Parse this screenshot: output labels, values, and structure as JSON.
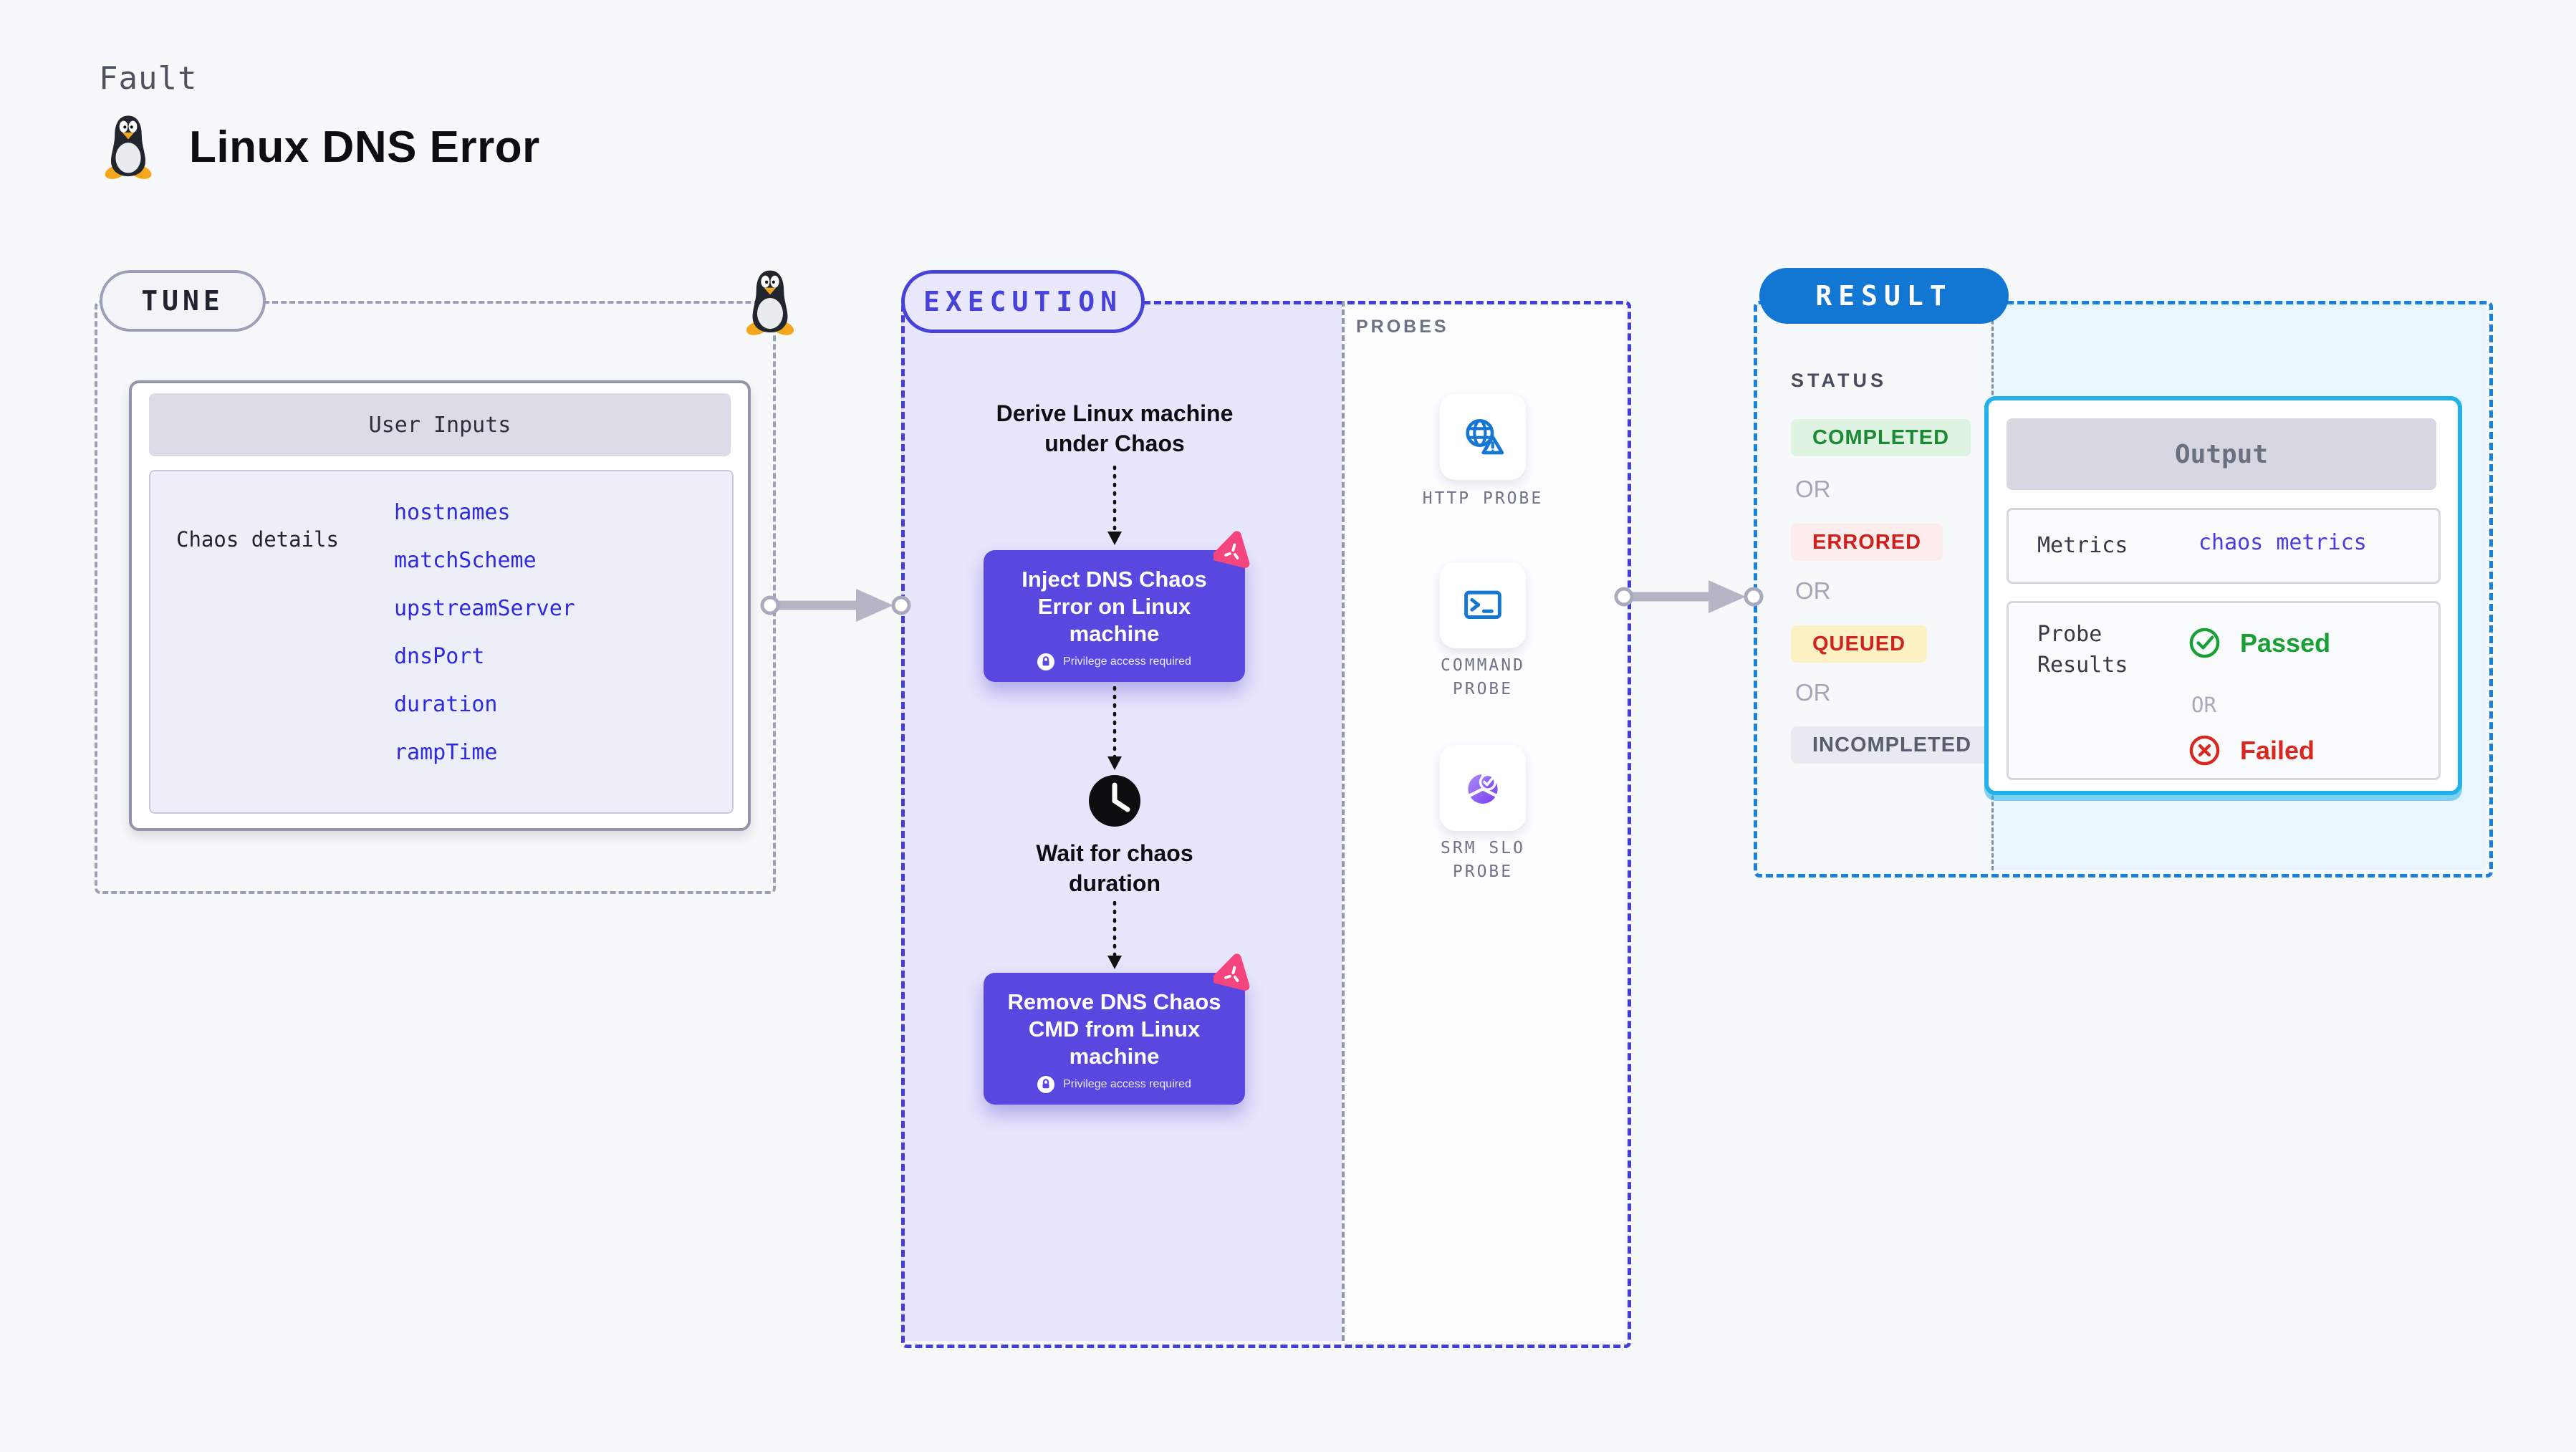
{
  "header": {
    "kicker": "Fault",
    "title": "Linux DNS Error",
    "title_icon": "tux-penguin-icon"
  },
  "tune": {
    "label": "TUNE",
    "user_inputs": {
      "header": "User Inputs",
      "row_label": "Chaos details",
      "params": [
        "hostnames",
        "matchScheme",
        "upstreamServer",
        "dnsPort",
        "duration",
        "rampTime"
      ],
      "param_color": "#2e2ae0"
    }
  },
  "execution": {
    "label": "EXECUTION",
    "accent_color": "#4742d9",
    "node_color": "#5848df",
    "steps": {
      "derive": "Derive Linux machine under Chaos",
      "inject": "Inject DNS Chaos Error on Linux machine",
      "wait": "Wait for chaos duration",
      "remove": "Remove DNS Chaos CMD from Linux machine",
      "privilege_note": "Privilege access required"
    },
    "probes": {
      "label": "PROBES",
      "items": [
        {
          "name": "HTTP PROBE",
          "icon": "globe-warning-icon"
        },
        {
          "name": "COMMAND PROBE",
          "icon": "terminal-icon"
        },
        {
          "name": "SRM SLO PROBE",
          "icon": "slo-pie-icon"
        }
      ]
    }
  },
  "result": {
    "label": "RESULT",
    "accent_color": "#1277d3",
    "status": {
      "heading": "STATUS",
      "or": "OR",
      "badges": [
        {
          "label": "COMPLETED",
          "fg": "#1c8a34",
          "bg": "#def3e1"
        },
        {
          "label": "ERRORED",
          "fg": "#cc201d",
          "bg": "#fceceb"
        },
        {
          "label": "QUEUED",
          "fg": "#cf2320",
          "bg": "#fcf0c5"
        },
        {
          "label": "INCOMPLETED",
          "fg": "#565e6f",
          "bg": "#e9eaf1"
        }
      ]
    },
    "output": {
      "header": "Output",
      "metrics_label": "Metrics",
      "metrics_value": "chaos metrics",
      "probe_results_label": "Probe Results",
      "passed": "Passed",
      "or": "OR",
      "failed": "Failed",
      "passed_color": "#18a034",
      "failed_color": "#d8281f"
    }
  }
}
